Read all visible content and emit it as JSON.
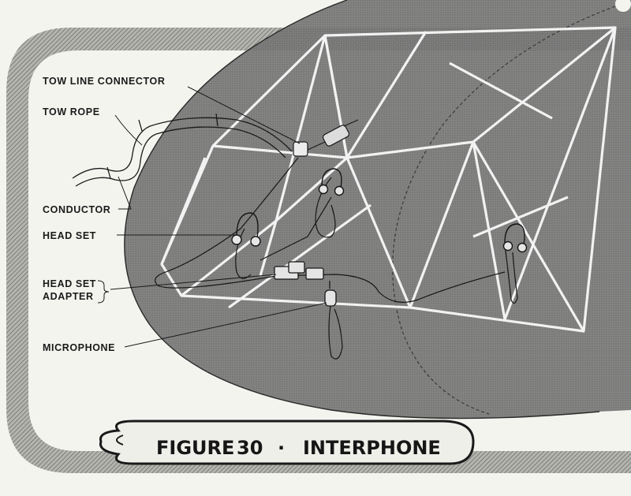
{
  "figure": {
    "caption_left": "FIGURE",
    "caption_number": "30",
    "caption_separator": "·",
    "caption_right": "INTERPHONE"
  },
  "labels": {
    "tow_line_connector": "TOW LINE CONNECTOR",
    "tow_rope": "TOW ROPE",
    "conductor": "CONDUCTOR",
    "head_set": "HEAD SET",
    "head_set_adapter_line1": "HEAD SET",
    "head_set_adapter_line2": "ADAPTER",
    "microphone": "MICROPHONE"
  },
  "colors": {
    "paper": "#f4f4ef",
    "hatch_band": "#8a8a85",
    "fuselage": "#767676",
    "frame": "#f2f2f2",
    "ink": "#1a1a1a"
  }
}
